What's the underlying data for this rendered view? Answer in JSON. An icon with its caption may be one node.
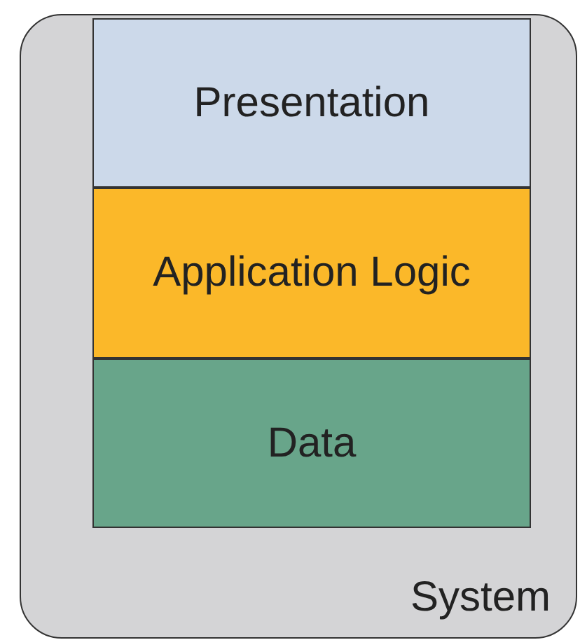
{
  "diagram": {
    "nodes": [
      {
        "text": [
          "System"
        ]
      },
      {
        "text": [
          "Presentation"
        ],
        "in": 0
      },
      {
        "text": [
          "Application Logic"
        ],
        "in": 0
      },
      {
        "text": [
          "Data"
        ],
        "in": 0
      }
    ]
  }
}
